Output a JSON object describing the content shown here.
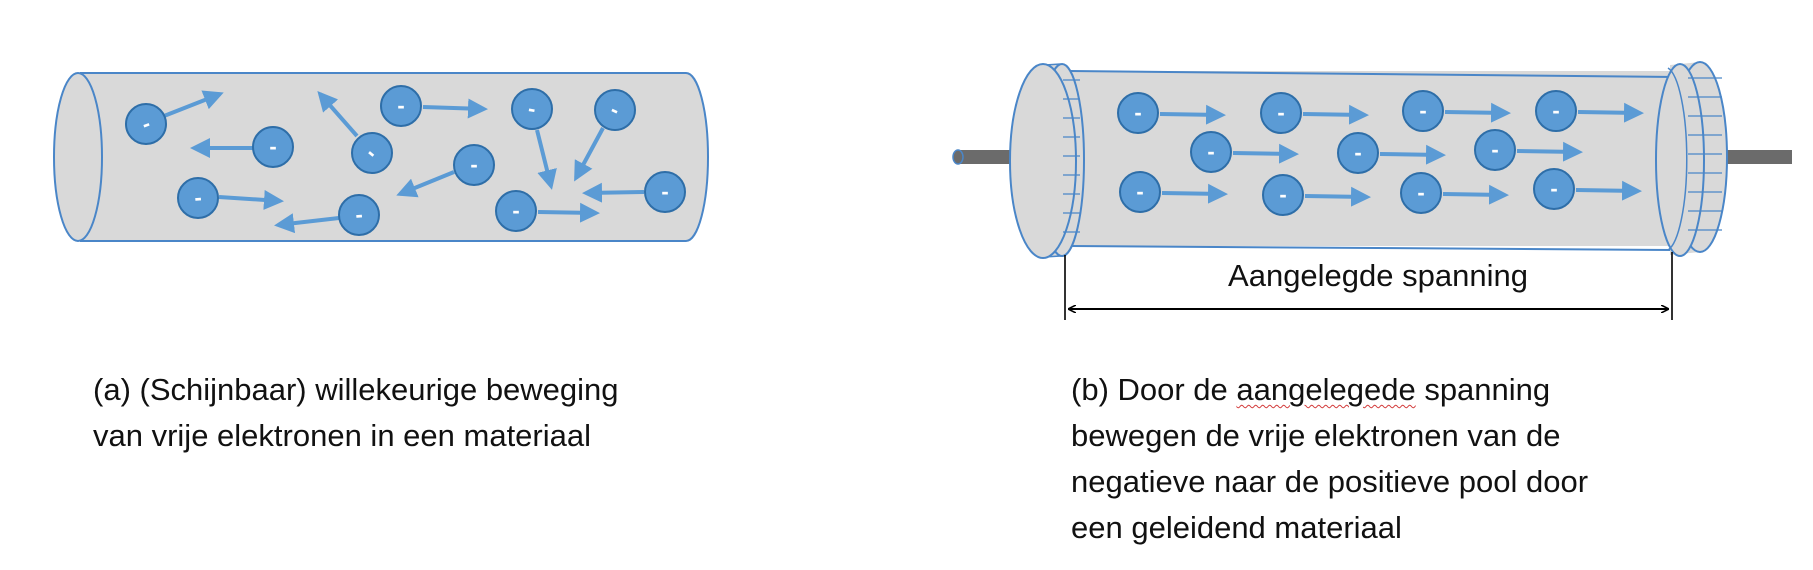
{
  "panel_a": {
    "caption_lines": [
      "(a) (Schijnbaar) willekeurige beweging",
      "van vrije elektronen in een materiaal"
    ],
    "electron_sign": "–"
  },
  "panel_b": {
    "caption_line1_before": "(b) Door de ",
    "caption_line1_word": "aangelegede",
    "caption_line1_after": " spanning",
    "caption_lines_rest": [
      "bewegen de vrije elektronen van de",
      "negatieve naar de positieve pool door",
      "een geleidend materiaal"
    ],
    "dimension_label": "Aangelegde spanning",
    "electron_sign": "–"
  },
  "colors": {
    "tube_fill": "#d9d9d9",
    "tube_stroke": "#4a86c8",
    "electron_fill": "#5b9bd5",
    "electron_stroke": "#2e6ea8",
    "arrow": "#5b9bd5",
    "rod": "#6b6b6b"
  }
}
